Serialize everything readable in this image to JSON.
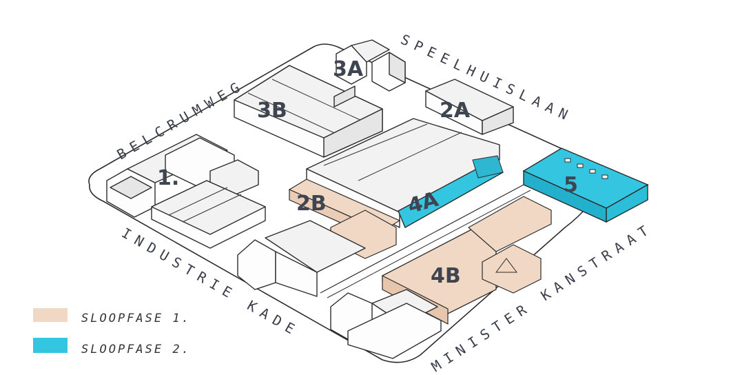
{
  "streets": {
    "belcrumweg": "BELCRUMWEG",
    "speelhuislaan": "SPEELHUISLAAN",
    "industriekade": "INDUSTRIE KADE",
    "ministerkanstraat": "MINISTER KANSTRAAT"
  },
  "blocks": {
    "b1": "1.",
    "b2a": "2A",
    "b2b": "2B",
    "b3a": "3A",
    "b3b": "3B",
    "b4a": "4A",
    "b4b": "4B",
    "b5": "5"
  },
  "legend": [
    {
      "label": "SLOOPFASE 1.",
      "color": "#f0d8c4"
    },
    {
      "label": "SLOOPFASE 2.",
      "color": "#34c6e0"
    }
  ],
  "colors": {
    "phase1": "#f0d8c4",
    "phase2": "#34c6e0",
    "ink": "#2b2b2b"
  }
}
